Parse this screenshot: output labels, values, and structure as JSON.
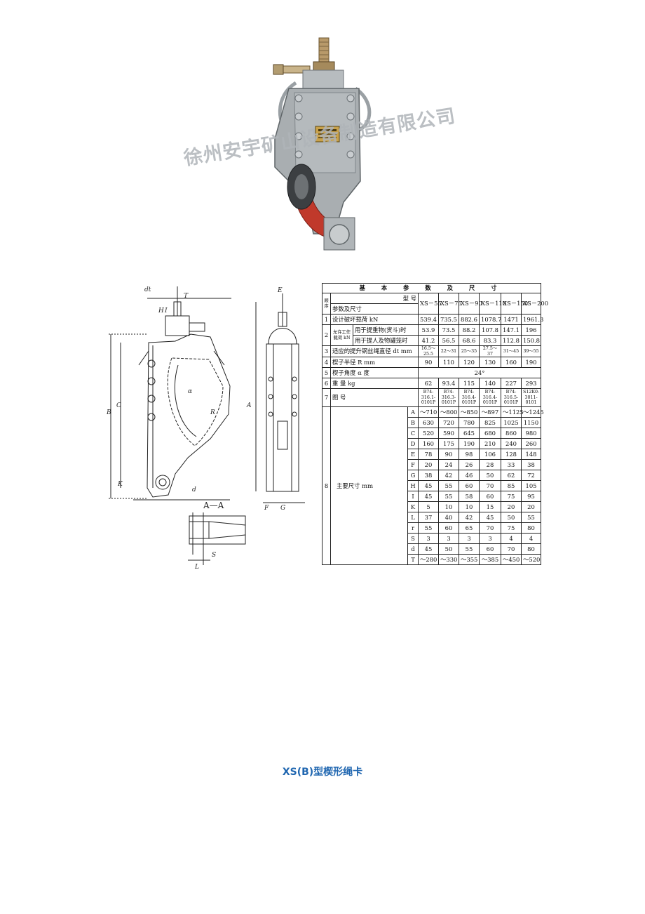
{
  "photo": {
    "watermark": "徐州安宇矿山设备制造有限公司"
  },
  "drawing": {
    "section_label": "A—A",
    "dimension_letters": [
      "dt",
      "I",
      "H",
      "T",
      "B",
      "C",
      "A",
      "K",
      "E",
      "F",
      "G",
      "R",
      "α",
      "d",
      "S",
      "L"
    ]
  },
  "table": {
    "title": "基 本 参 数 及 尺 寸",
    "header": {
      "no": "顺序",
      "model": "型 号",
      "param": "参数及尺寸"
    },
    "models": [
      "XS－55",
      "XS－75",
      "XS－90",
      "XS－110",
      "XS－150",
      "XS－200"
    ],
    "rows": [
      {
        "no": "1",
        "label": "设计破坏载荷 kN",
        "values": [
          "539.4",
          "735.5",
          "882.6",
          "1078.7",
          "1471",
          "1961.3"
        ]
      },
      {
        "no": "2",
        "group": "允许工作载荷 kN",
        "label": "用于提重物(货斗)时",
        "values": [
          "53.9",
          "73.5",
          "88.2",
          "107.8",
          "147.1",
          "196"
        ]
      },
      {
        "label": "用于提人及物罐笼时",
        "values": [
          "41.2",
          "56.5",
          "68.6",
          "83.3",
          "112.8",
          "150.8"
        ]
      },
      {
        "no": "3",
        "label": "适应的提升钢丝绳直径 dt mm",
        "values": [
          "16.5～25.5",
          "22～31",
          "25～35",
          "27.5～37",
          "31～45",
          "39～55"
        ]
      },
      {
        "no": "4",
        "label": "楔子半径 R mm",
        "values": [
          "90",
          "110",
          "120",
          "130",
          "160",
          "190"
        ]
      },
      {
        "no": "5",
        "label": "楔子角度 α 度",
        "span_value": "24°"
      },
      {
        "no": "6",
        "label": "重 量 kg",
        "values": [
          "62",
          "93.4",
          "115",
          "140",
          "227",
          "293"
        ]
      },
      {
        "no": "7",
        "label": "图 号",
        "values": [
          "B74-316.1-0101P",
          "B74-316.3-0101P",
          "B74-316.4-0101P",
          "B74-316.4-0101P",
          "B74-316.5-0101P",
          "S12K0-3011-0101"
        ]
      }
    ],
    "dims_no": "8",
    "dims_label": "主要尺寸 mm",
    "dims": [
      {
        "k": "A",
        "values": [
          "～710",
          "～800",
          "～850",
          "～897",
          "～1125",
          "～1245"
        ]
      },
      {
        "k": "B",
        "values": [
          "630",
          "720",
          "780",
          "825",
          "1025",
          "1150"
        ]
      },
      {
        "k": "C",
        "values": [
          "520",
          "590",
          "645",
          "680",
          "860",
          "980"
        ]
      },
      {
        "k": "D",
        "values": [
          "160",
          "175",
          "190",
          "210",
          "240",
          "260"
        ]
      },
      {
        "k": "E",
        "values": [
          "78",
          "90",
          "98",
          "106",
          "128",
          "148"
        ]
      },
      {
        "k": "F",
        "values": [
          "20",
          "24",
          "26",
          "28",
          "33",
          "38"
        ]
      },
      {
        "k": "G",
        "values": [
          "38",
          "42",
          "46",
          "50",
          "62",
          "72"
        ]
      },
      {
        "k": "H",
        "values": [
          "45",
          "55",
          "60",
          "70",
          "85",
          "105"
        ]
      },
      {
        "k": "I",
        "values": [
          "45",
          "55",
          "58",
          "60",
          "75",
          "95"
        ]
      },
      {
        "k": "K",
        "values": [
          "5",
          "10",
          "10",
          "15",
          "20",
          "20"
        ]
      },
      {
        "k": "L",
        "values": [
          "37",
          "40",
          "42",
          "45",
          "50",
          "55"
        ]
      },
      {
        "k": "r",
        "values": [
          "55",
          "60",
          "65",
          "70",
          "75",
          "80"
        ]
      },
      {
        "k": "S",
        "values": [
          "3",
          "3",
          "3",
          "3",
          "4",
          "4"
        ]
      },
      {
        "k": "d",
        "values": [
          "45",
          "50",
          "55",
          "60",
          "70",
          "80"
        ]
      },
      {
        "k": "T",
        "values": [
          "～280",
          "～330",
          "～355",
          "～385",
          "～450",
          "～520"
        ]
      }
    ]
  },
  "caption": "XS(B)型楔形绳卡"
}
